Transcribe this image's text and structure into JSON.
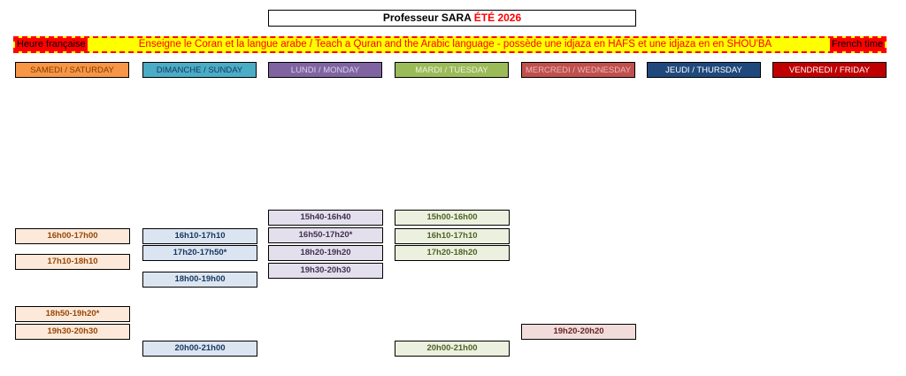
{
  "title": {
    "prefix": "Professeur SARA",
    "season": "ÉTÉ 2026"
  },
  "banner": {
    "left_tag": "Heure française",
    "message": "Enseigne le Coran et la langue arabe / Teach a Quran and the Arabic language - possède une idjaza en HAFS et une idjaza en en SHOU'BA",
    "right_tag": "French time"
  },
  "days": [
    {
      "label": "SAMEDI / SATURDAY",
      "bg": "#f79646",
      "fg": "#7f3f00"
    },
    {
      "label": "DIMANCHE / SUNDAY",
      "bg": "#4bacc6",
      "fg": "#17375e"
    },
    {
      "label": "LUNDI / MONDAY",
      "bg": "#8064a2",
      "fg": "#d9d2e9"
    },
    {
      "label": "MARDI / TUESDAY",
      "bg": "#9bbb59",
      "fg": "#ebf1de"
    },
    {
      "label": "MERCREDI / WEDNESDAY",
      "bg": "#c0504d",
      "fg": "#e6b8b7"
    },
    {
      "label": "JEUDI / THURSDAY",
      "bg": "#1f497d",
      "fg": "#ffffff"
    },
    {
      "label": "VENDREDI / FRIDAY",
      "bg": "#c00000",
      "fg": "#ffffff"
    }
  ],
  "slots": {
    "saturday": [
      "16h00-17h00",
      "17h10-18h10",
      "18h50-19h20*",
      "19h30-20h30"
    ],
    "sunday": [
      "16h10-17h10",
      "17h20-17h50*",
      "18h00-19h00",
      "20h00-21h00"
    ],
    "monday": [
      "15h40-16h40",
      "16h50-17h20*",
      "18h20-19h20",
      "19h30-20h30"
    ],
    "tuesday": [
      "15h00-16h00",
      "16h10-17h10",
      "17h20-18h20",
      "20h00-21h00"
    ],
    "wednesday": [
      "19h20-20h20"
    ]
  },
  "colors": {
    "saturday_slot_bg": "#fde9d9",
    "saturday_slot_fg": "#974706",
    "sunday_slot_bg": "#dbe5f1",
    "sunday_slot_fg": "#17375e",
    "monday_slot_bg": "#e4dfec",
    "monday_slot_fg": "#3f3151",
    "tuesday_slot_bg": "#ebf1de",
    "tuesday_slot_fg": "#4f6228",
    "wednesday_slot_bg": "#f2dcdb",
    "wednesday_slot_fg": "#632523"
  }
}
